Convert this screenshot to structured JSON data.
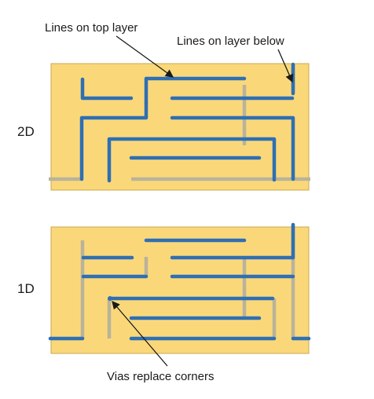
{
  "labels": {
    "top_layer": "Lines on top layer",
    "layer_below": "Lines on layer below",
    "vias": "Vias replace corners"
  },
  "panels": {
    "upper": "2D",
    "lower": "1D"
  },
  "colors": {
    "board": "#fad87a",
    "board_border": "#c9a84c",
    "top_line": "#2f6fb3",
    "below_line": "#b9b39a",
    "text": "#1a1a1a"
  }
}
